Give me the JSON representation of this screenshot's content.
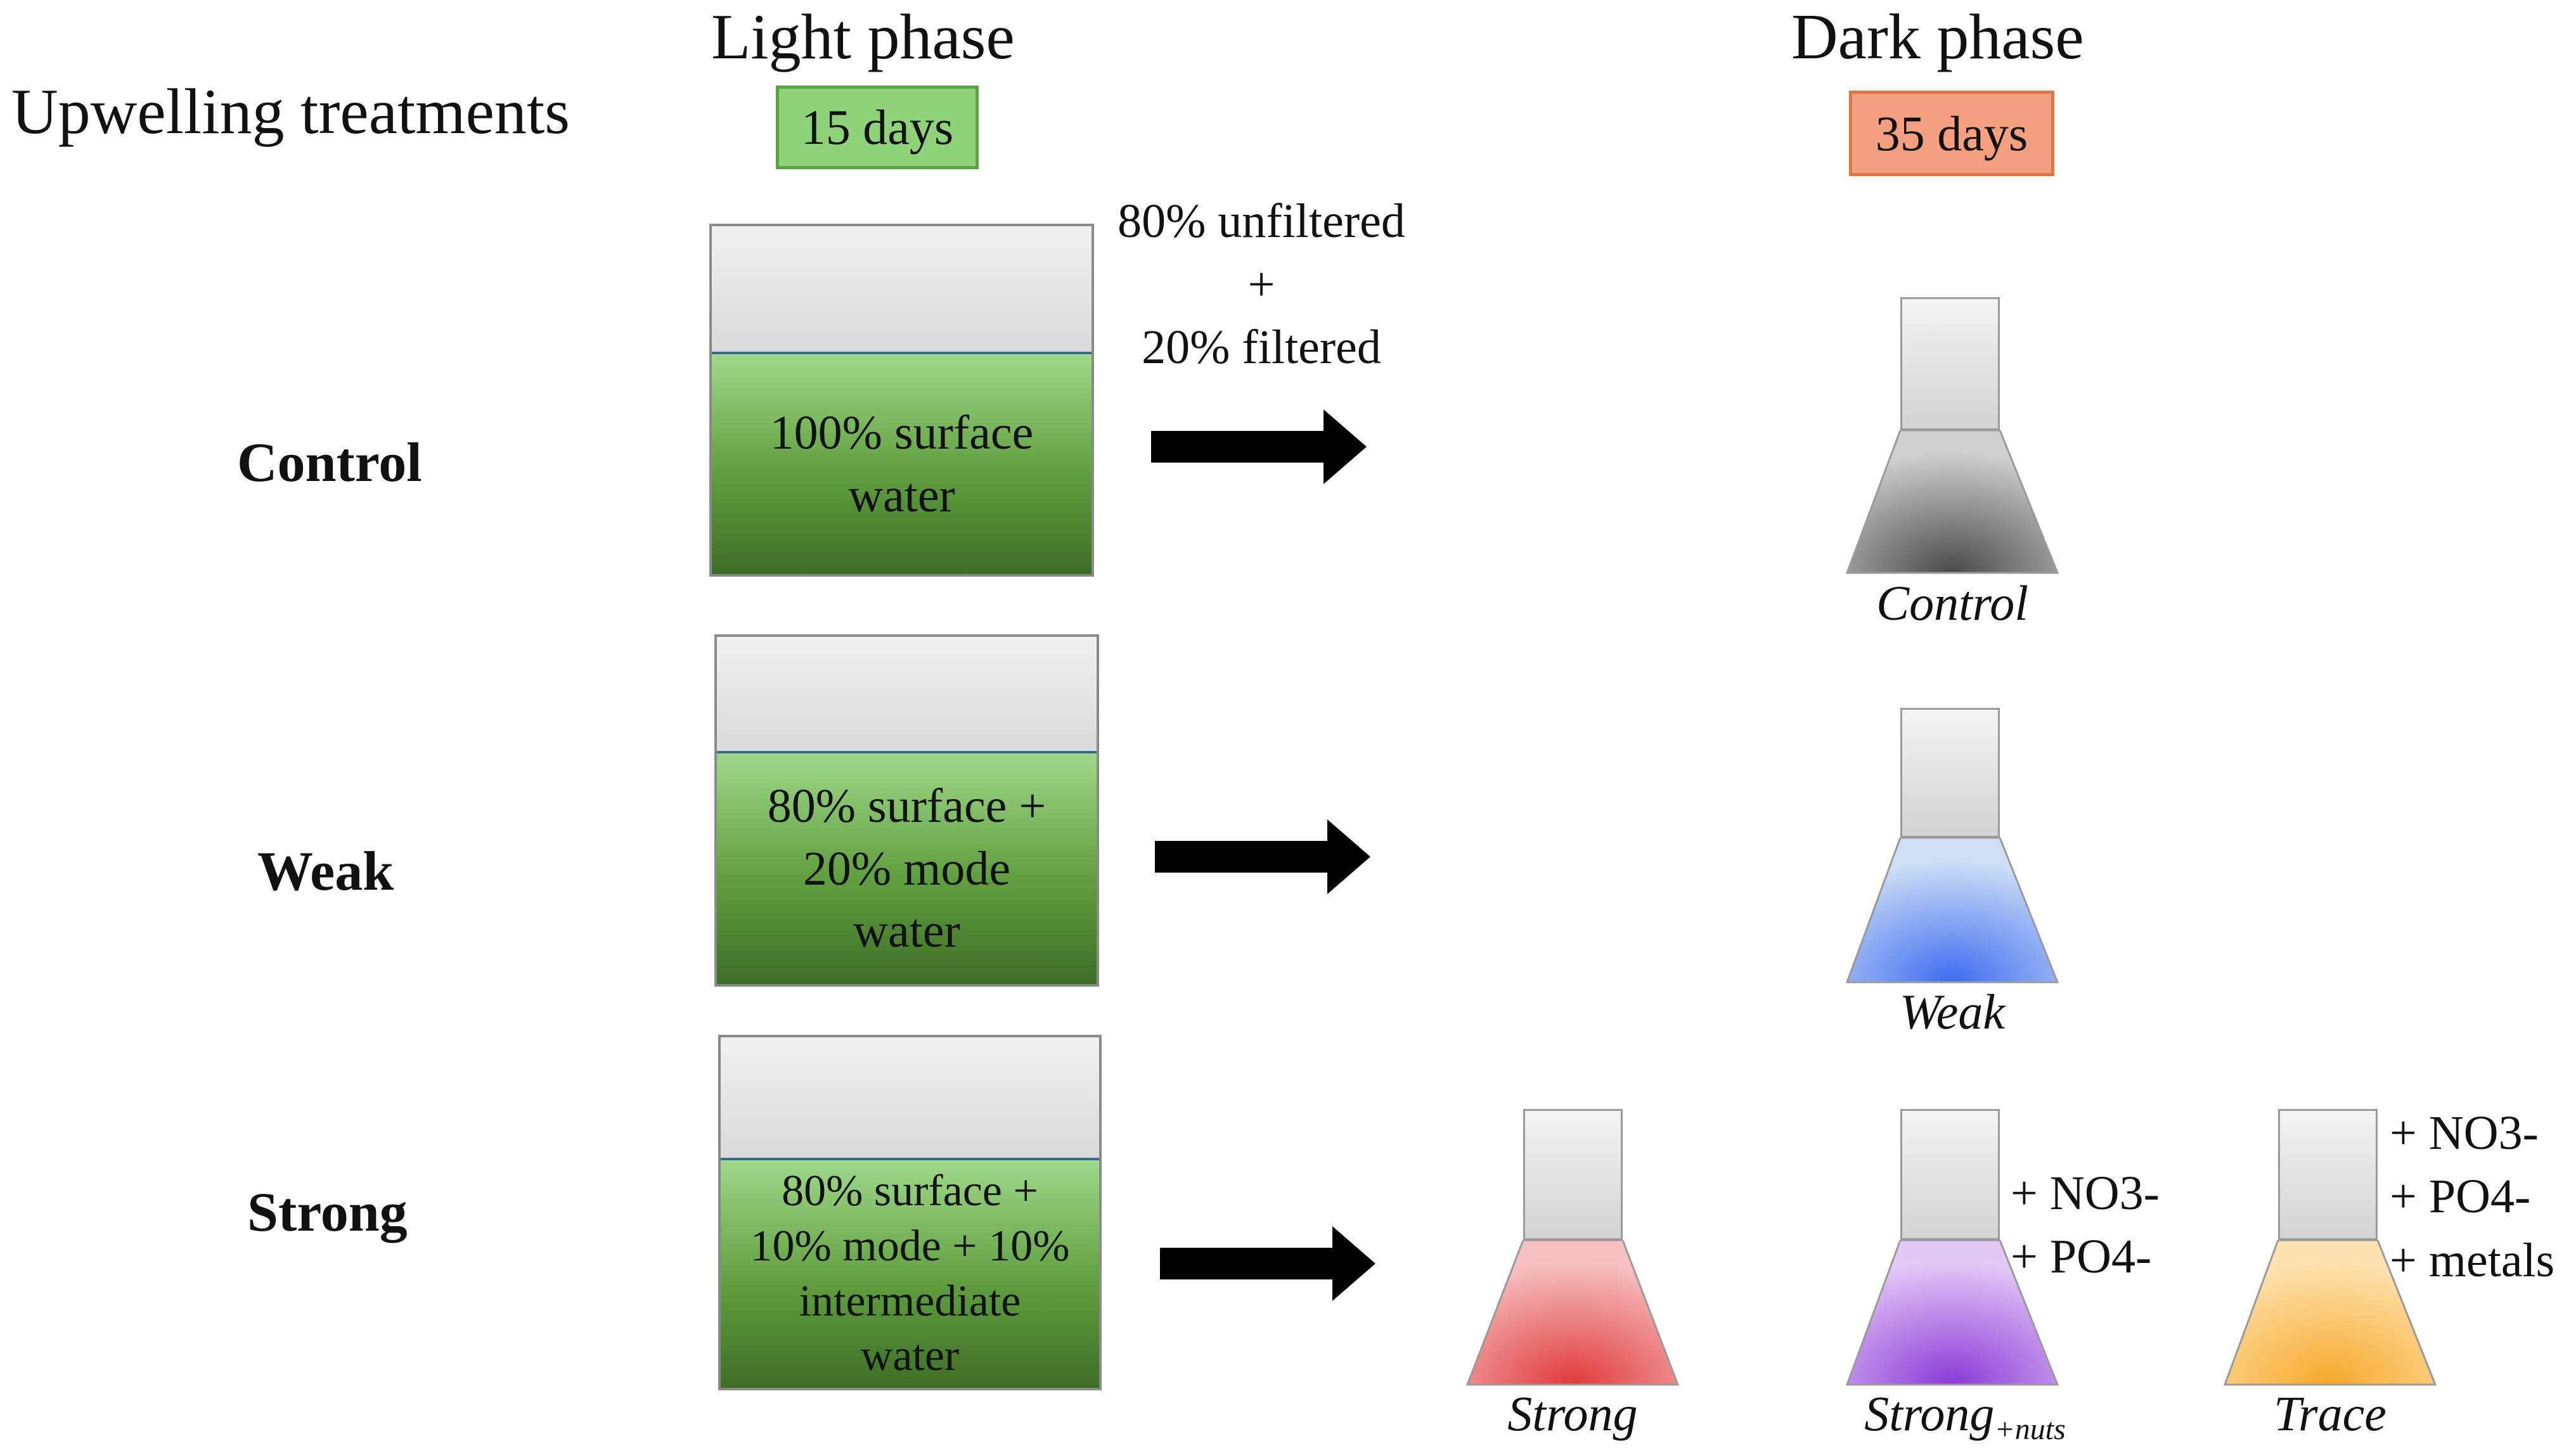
{
  "title": "Upwelling treatments",
  "phases": {
    "light": {
      "title": "Light phase",
      "duration": "15 days",
      "color": "#8ed27a"
    },
    "dark": {
      "title": "Dark phase",
      "duration": "35 days",
      "color": "#f4a080"
    }
  },
  "mix_note": "80% unfiltered\n+\n20% filtered",
  "rows": [
    {
      "label": "Control",
      "tank_text": "100% surface\nwater"
    },
    {
      "label": "Weak",
      "tank_text": "80% surface +\n20% mode\nwater"
    },
    {
      "label": "Strong",
      "tank_text": "80% surface +\n10% mode + 10%\nintermediate\nwater"
    }
  ],
  "flasks": [
    {
      "label": "Control",
      "color": "#5a5a5a"
    },
    {
      "label": "Weak",
      "color": "#3d6cf0"
    },
    {
      "label": "Strong",
      "color": "#e03a3a"
    },
    {
      "label": "Strong",
      "label_sub": "+nuts",
      "color": "#8a3ad6",
      "additives": [
        "+ NO3-",
        "+ PO4-"
      ]
    },
    {
      "label": "Trace",
      "color": "#f7a92a",
      "additives": [
        "+ NO3-",
        "+ PO4-",
        "+ metals"
      ]
    }
  ]
}
